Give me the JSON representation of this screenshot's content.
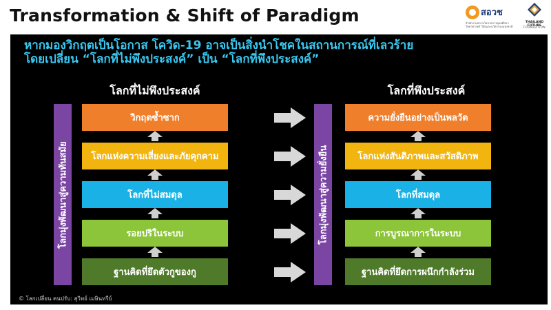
{
  "header": {
    "title": "Transformation & Shift of Paradigm",
    "logo_sorp_name": "สอวช",
    "logo_sorp_sub": "สำนักงานสภานโยบายการอุดมศึกษา วิทยาศาสตร์ วิจัยและนวัตกรรมแห่งชาติ",
    "logo_ttf_name": "THAILAND FUTURE",
    "logo_ttf_sub": "FOUNDATION"
  },
  "slide": {
    "headline_line1": "หากมองวิกฤตเป็นโอกาส โควิด-19 อาจเป็นสิ่งนำโชคในสถานการณ์ที่เลวร้าย",
    "headline_line2": "โดยเปลี่ยน “โลกที่ไม่พึงประสงค์” เป็น “โลกที่พึงประสงค์”",
    "credit": "© โลกเปลี่ยน คนปรับ: สุวิทย์ เมษินทรีย์"
  },
  "left": {
    "title": "โลกที่ไม่พึงประสงค์",
    "vertical_label": "โลกมุ่งพัฒนาสู่ความทันสมัย",
    "items": [
      "วิกฤตซ้ำซาก",
      "โลกแห่งความเสี่ยงและภัยคุกคาม",
      "โลกที่ไม่สมดุล",
      "รอยปริในระบบ",
      "ฐานคิดที่ยึดตัวกูของกู"
    ]
  },
  "right": {
    "title": "โลกที่พึงประสงค์",
    "vertical_label": "โลกมุ่งพัฒนาสู่ความยั่งยืน",
    "items": [
      "ความยั่งยืนอย่างเป็นพลวัต",
      "โลกแห่งสันติภาพและสวัสดิภาพ",
      "โลกที่สมดุล",
      "การบูรณาการในระบบ",
      "ฐานคิดที่ยึดการผนึกกำลังร่วม"
    ]
  },
  "colors": {
    "row1": "#f07f2c",
    "row2": "#f2b510",
    "row3": "#1ab2e6",
    "row4": "#8cc43a",
    "row5": "#4f7a2a",
    "vbar": "#7a45a3",
    "headline": "#38c8f0"
  }
}
